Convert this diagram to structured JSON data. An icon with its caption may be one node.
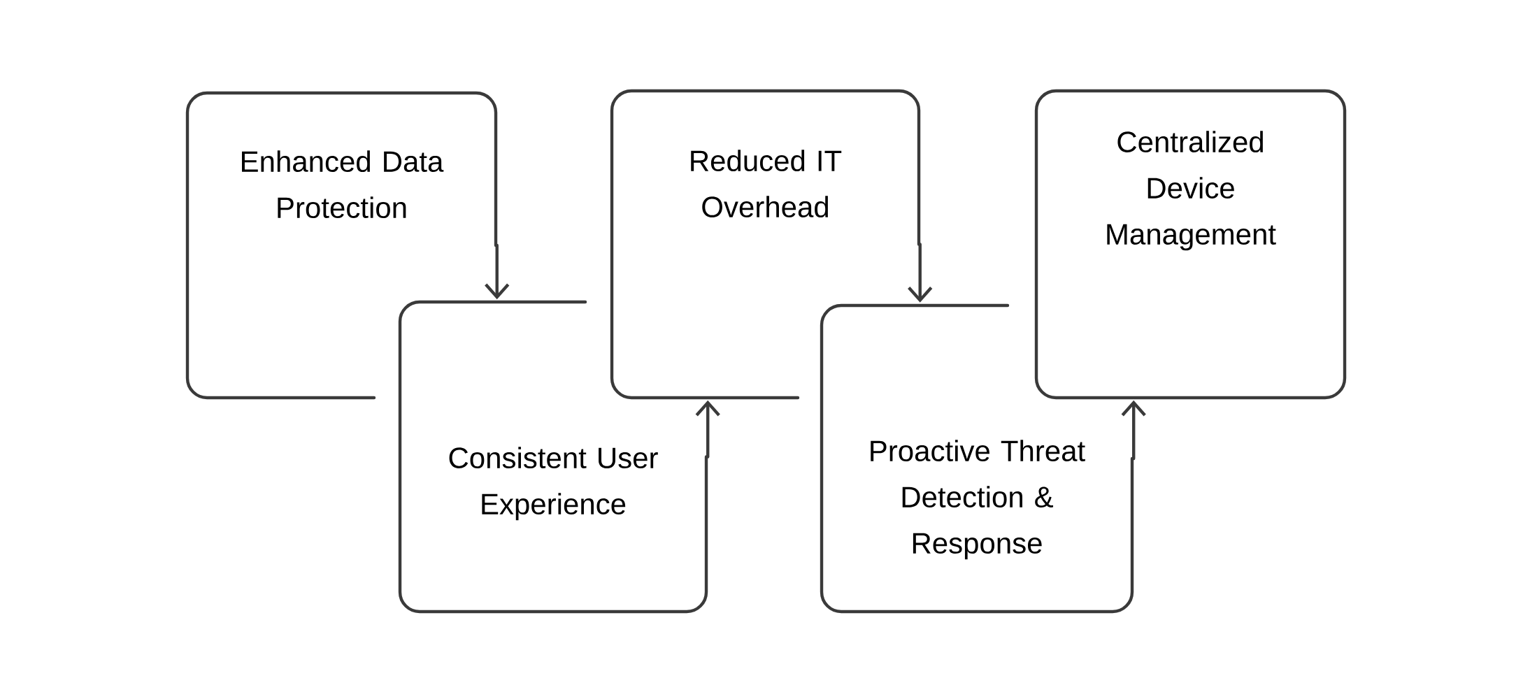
{
  "diagram": {
    "nodes": [
      {
        "text": [
          "Enhanced Data Protection"
        ]
      },
      {
        "text": [
          "Consistent User Experience"
        ]
      },
      {
        "text": [
          "Reduced IT Overhead"
        ]
      },
      {
        "text": [
          "Proactive Threat Detection & Response"
        ]
      },
      {
        "text": [
          "Centralized Device Management"
        ]
      }
    ],
    "edges": [
      {
        "from": 0,
        "to": 1,
        "arrow": "to"
      },
      {
        "from": 1,
        "to": 2,
        "arrow": "to"
      },
      {
        "from": 2,
        "to": 3,
        "arrow": "to"
      },
      {
        "from": 3,
        "to": 4,
        "arrow": "to"
      }
    ]
  }
}
